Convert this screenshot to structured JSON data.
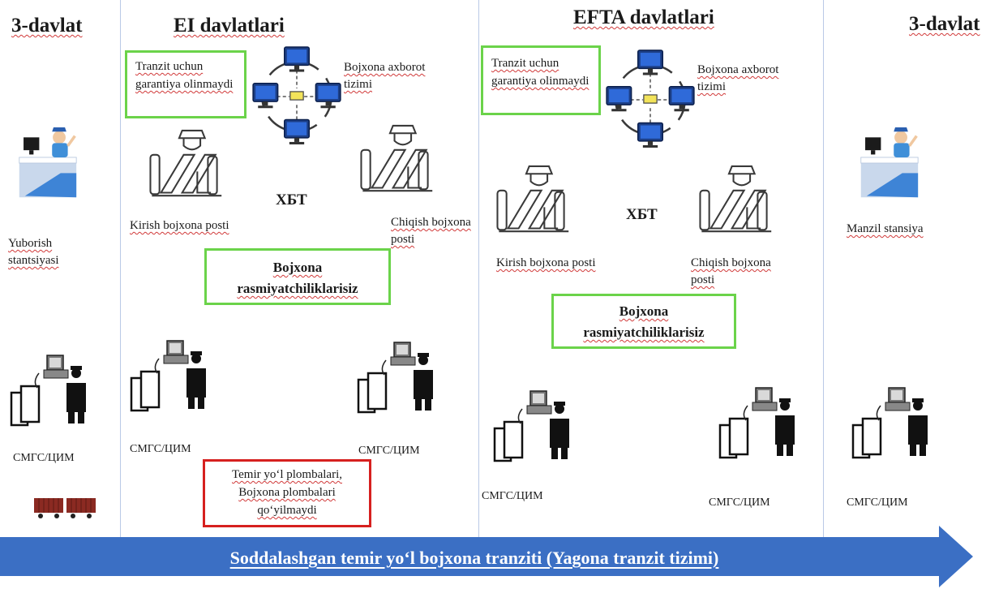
{
  "headings": {
    "left_country": "3-davlat",
    "eu_states": "EI davlatlari",
    "efta_states": "EFTA davlatlari",
    "right_country": "3-davlat"
  },
  "labels": {
    "sending_station": "Yuborish stantsiyasi",
    "destination_station": "Manzil stansiya",
    "customs_system": "Bojxona axborot tizimi",
    "entry_post": "Kirish bojxona posti",
    "exit_post": "Chiqish bojxona posti",
    "xbt": "ХБТ",
    "doc": "СМГС/ЦИМ"
  },
  "boxes": {
    "guarantee": "Tranzit uchun garantiya olinmaydi",
    "no_formalities": "Bojxona rasmiyatchiliklarisiz",
    "seals_line1": "Temir yo‘l plombalari,",
    "seals_line2": "Bojxona plombalari",
    "seals_line3": "qo‘yilmaydi"
  },
  "banner": "Soddalashgan temir yo‘l bojxona tranziti (Yagona tranzit tizimi)",
  "colors": {
    "banner": "#3b6fc4",
    "green_box": "#6bd34a",
    "red_box": "#d6201f",
    "divider": "#b9c9e6"
  }
}
